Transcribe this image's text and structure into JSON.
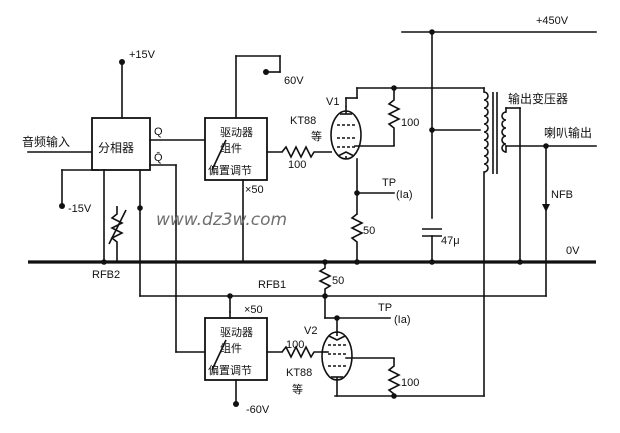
{
  "labels": {
    "supply_450": "+450V",
    "supply_15": "+15V",
    "supply_neg15": "-15V",
    "supply_60": "60V",
    "supply_neg60": "-60V",
    "audio_in": "音频输入",
    "phase_splitter": "分相器",
    "q_out": "Q",
    "q_bar_out": "Q̄",
    "driver_top_line1": "驱动器",
    "driver_top_line2": "组件",
    "driver_top_bias": "偏置调节",
    "driver_bot_line1": "驱动器",
    "driver_bot_line2": "组件",
    "driver_bot_bias": "偏置调节",
    "x50_top": "×50",
    "x50_bot": "×50",
    "tube_top_model": "KT88",
    "tube_top_etc": "等",
    "tube_top_name": "V1",
    "tube_bot_model": "KT88",
    "tube_bot_etc": "等",
    "tube_bot_name": "V2",
    "r100_grid_top": "100",
    "r100_grid_bot": "100",
    "r100_screen_top": "100",
    "r100_screen_bot": "100",
    "r50_top": "50",
    "r50_bot": "50",
    "tp_top": "TP",
    "ia_top": "(Ia)",
    "tp_bot": "TP",
    "ia_bot": "(Ia)",
    "cap": "47μ",
    "output_transformer": "输出变压器",
    "speaker_out": "喇叭输出",
    "nfb": "NFB",
    "ground": "0V",
    "rfb1": "RFB1",
    "rfb2": "RFB2",
    "watermark": "www.dz3w.com"
  }
}
